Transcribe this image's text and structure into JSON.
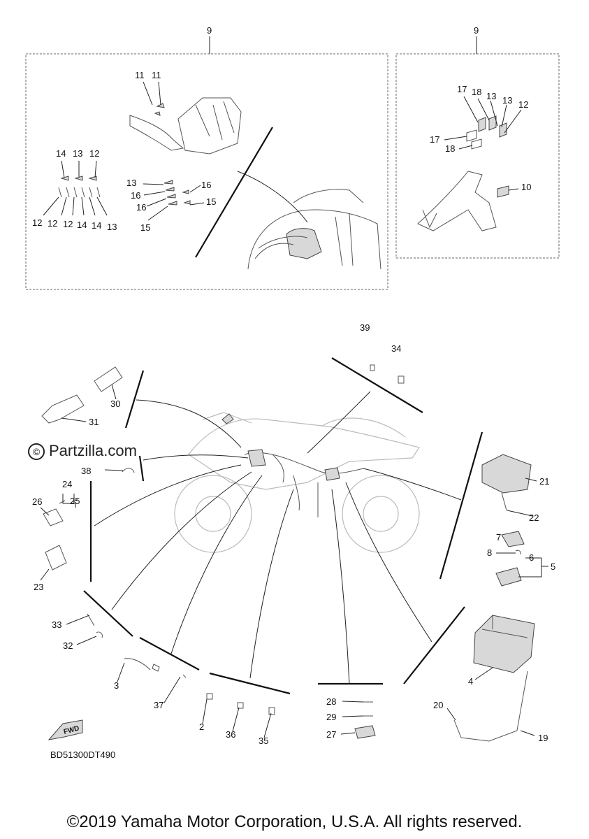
{
  "diagram": {
    "drawing_code": "BD51300DT490",
    "copyright": "©2019 Yamaha Motor Corporation, U.S.A. All rights reserved.",
    "watermark": "Partzilla.com",
    "watermark_symbol": "©",
    "fwd_label": "FWD",
    "callouts": [
      {
        "id": "c9a",
        "text": "9"
      },
      {
        "id": "c9b",
        "text": "9"
      },
      {
        "id": "c11a",
        "text": "11"
      },
      {
        "id": "c11b",
        "text": "11"
      },
      {
        "id": "c14a",
        "text": "14"
      },
      {
        "id": "c13a",
        "text": "13"
      },
      {
        "id": "c12a",
        "text": "12"
      },
      {
        "id": "c12b",
        "text": "12"
      },
      {
        "id": "c12c",
        "text": "12"
      },
      {
        "id": "c12d",
        "text": "12"
      },
      {
        "id": "c14b",
        "text": "14"
      },
      {
        "id": "c14c",
        "text": "14"
      },
      {
        "id": "c13b",
        "text": "13"
      },
      {
        "id": "c13c",
        "text": "13"
      },
      {
        "id": "c16a",
        "text": "16"
      },
      {
        "id": "c16b",
        "text": "16"
      },
      {
        "id": "c16c",
        "text": "16"
      },
      {
        "id": "c15a",
        "text": "15"
      },
      {
        "id": "c15b",
        "text": "15"
      },
      {
        "id": "c17a",
        "text": "17"
      },
      {
        "id": "c18a",
        "text": "18"
      },
      {
        "id": "c13d",
        "text": "13"
      },
      {
        "id": "c13e",
        "text": "13"
      },
      {
        "id": "c12e",
        "text": "12"
      },
      {
        "id": "c17b",
        "text": "17"
      },
      {
        "id": "c18b",
        "text": "18"
      },
      {
        "id": "c10",
        "text": "10"
      },
      {
        "id": "c39",
        "text": "39"
      },
      {
        "id": "c34",
        "text": "34"
      },
      {
        "id": "c30",
        "text": "30"
      },
      {
        "id": "c31",
        "text": "31"
      },
      {
        "id": "c38",
        "text": "38"
      },
      {
        "id": "c24",
        "text": "24"
      },
      {
        "id": "c26",
        "text": "26"
      },
      {
        "id": "c25",
        "text": "25"
      },
      {
        "id": "c23",
        "text": "23"
      },
      {
        "id": "c21",
        "text": "21"
      },
      {
        "id": "c22",
        "text": "22"
      },
      {
        "id": "c7",
        "text": "7"
      },
      {
        "id": "c8",
        "text": "8"
      },
      {
        "id": "c6",
        "text": "6"
      },
      {
        "id": "c5",
        "text": "5"
      },
      {
        "id": "c33",
        "text": "33"
      },
      {
        "id": "c32",
        "text": "32"
      },
      {
        "id": "c3",
        "text": "3"
      },
      {
        "id": "c37",
        "text": "37"
      },
      {
        "id": "c2",
        "text": "2"
      },
      {
        "id": "c36",
        "text": "36"
      },
      {
        "id": "c35",
        "text": "35"
      },
      {
        "id": "c28",
        "text": "28"
      },
      {
        "id": "c29",
        "text": "29"
      },
      {
        "id": "c27",
        "text": "27"
      },
      {
        "id": "c4",
        "text": "4"
      },
      {
        "id": "c20",
        "text": "20"
      },
      {
        "id": "c19",
        "text": "19"
      }
    ]
  }
}
